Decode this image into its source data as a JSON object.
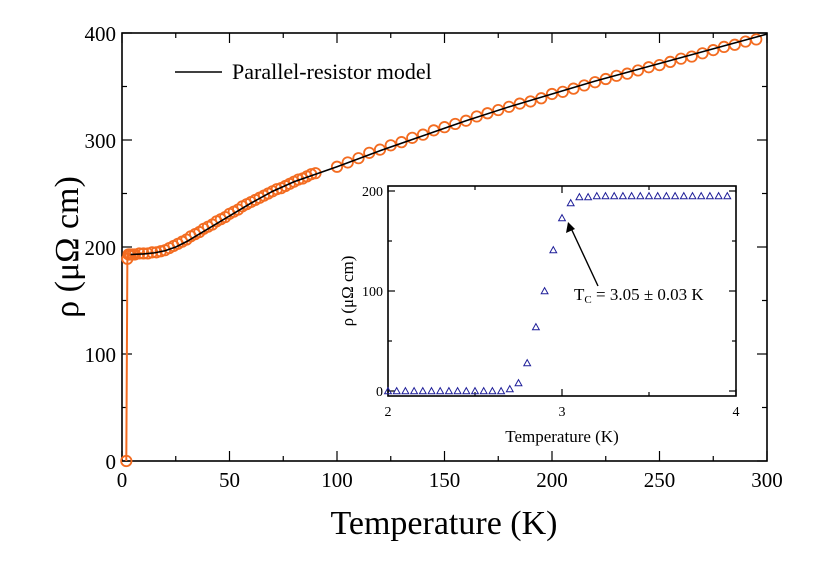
{
  "chart_data": [
    {
      "type": "line",
      "xlabel": "Temperature (K)",
      "ylabel": "ρ (μΩ cm)",
      "xlim": [
        0,
        300
      ],
      "ylim": [
        0,
        400
      ],
      "xticks": [
        0,
        50,
        100,
        150,
        200,
        250,
        300
      ],
      "yticks": [
        0,
        100,
        200,
        300,
        400
      ],
      "legend_placement": "top-left",
      "grid": false,
      "series": [
        {
          "name": "",
          "kind": "scatter",
          "marker": "open-circle",
          "color": "#f36c21",
          "x": [
            2,
            2.5,
            3,
            3.5,
            4,
            5,
            6,
            8,
            10,
            12,
            14,
            16,
            18,
            20,
            22,
            24,
            26,
            28,
            30,
            32,
            34,
            36,
            38,
            40,
            42,
            44,
            46,
            48,
            50,
            52,
            54,
            56,
            58,
            60,
            62,
            64,
            66,
            68,
            70,
            72,
            74,
            76,
            78,
            80,
            82,
            84,
            86,
            88,
            90,
            100,
            105,
            110,
            115,
            120,
            125,
            130,
            135,
            140,
            145,
            150,
            155,
            160,
            165,
            170,
            175,
            180,
            185,
            190,
            195,
            200,
            205,
            210,
            215,
            220,
            225,
            230,
            235,
            240,
            245,
            250,
            255,
            260,
            265,
            270,
            275,
            280,
            285,
            290,
            295
          ],
          "y": [
            0,
            189,
            193,
            193,
            193,
            193,
            193,
            194,
            194,
            194,
            195,
            195,
            196,
            197,
            199,
            201,
            203,
            205,
            207,
            210,
            212,
            214,
            217,
            219,
            221,
            224,
            226,
            228,
            231,
            233,
            235,
            238,
            240,
            242,
            244,
            246,
            248,
            250,
            252,
            254,
            255,
            257,
            259,
            261,
            263,
            264,
            266,
            268,
            269,
            275,
            279,
            283,
            288,
            291,
            295,
            298,
            302,
            305,
            309,
            312,
            315,
            318,
            322,
            325,
            328,
            331,
            334,
            336,
            339,
            343,
            345,
            348,
            351,
            354,
            357,
            360,
            362,
            365,
            368,
            370,
            373,
            376,
            378,
            381,
            384,
            387,
            389,
            392,
            394
          ]
        },
        {
          "name": "Parallel-resistor model",
          "kind": "line",
          "color": "#000000",
          "x": [
            4,
            10,
            15,
            20,
            25,
            30,
            40,
            50,
            60,
            70,
            80,
            90,
            100,
            120,
            140,
            160,
            180,
            200,
            220,
            240,
            260,
            280,
            300
          ],
          "y": [
            193,
            193.5,
            194.5,
            196.5,
            200,
            205,
            217,
            229,
            241,
            252,
            261,
            268,
            275,
            290,
            304,
            318,
            331,
            343,
            355,
            366,
            377,
            388,
            399
          ]
        },
        {
          "name": "",
          "kind": "line",
          "color": "#f36c21",
          "x": [
            2,
            2.5,
            3,
            3.5,
            4,
            5,
            6,
            8,
            10
          ],
          "y": [
            0,
            189,
            193,
            193,
            193,
            193,
            193,
            194,
            194
          ]
        }
      ]
    },
    {
      "type": "scatter",
      "xlabel": "Temperature (K)",
      "ylabel": "ρ (μΩ cm)",
      "xlim": [
        2,
        4
      ],
      "ylim": [
        -5,
        205
      ],
      "xticks": [
        2,
        3,
        4
      ],
      "yticks": [
        0,
        100,
        200
      ],
      "grid": false,
      "annotation": {
        "text_main": "T",
        "text_sub": "C",
        "text_rest": " = 3.05 ± 0.03 K",
        "target_x": 3.02,
        "target_y": 188
      },
      "series": [
        {
          "name": "",
          "marker": "open-triangle",
          "color": "#1f1f99",
          "x": [
            2.0,
            2.05,
            2.1,
            2.15,
            2.2,
            2.25,
            2.3,
            2.35,
            2.4,
            2.45,
            2.5,
            2.55,
            2.6,
            2.65,
            2.7,
            2.75,
            2.8,
            2.85,
            2.9,
            2.95,
            3.0,
            3.05,
            3.1,
            3.15,
            3.2,
            3.25,
            3.3,
            3.35,
            3.4,
            3.45,
            3.5,
            3.55,
            3.6,
            3.65,
            3.7,
            3.75,
            3.8,
            3.85,
            3.9,
            3.95
          ],
          "y": [
            0,
            0,
            0,
            0,
            0,
            0,
            0,
            0,
            0,
            0,
            0,
            0,
            0,
            0,
            2,
            8,
            28,
            64,
            100,
            141,
            173,
            188,
            194,
            194,
            195,
            195,
            195,
            195,
            195,
            195,
            195,
            195,
            195,
            195,
            195,
            195,
            195,
            195,
            195,
            195
          ]
        }
      ]
    }
  ]
}
